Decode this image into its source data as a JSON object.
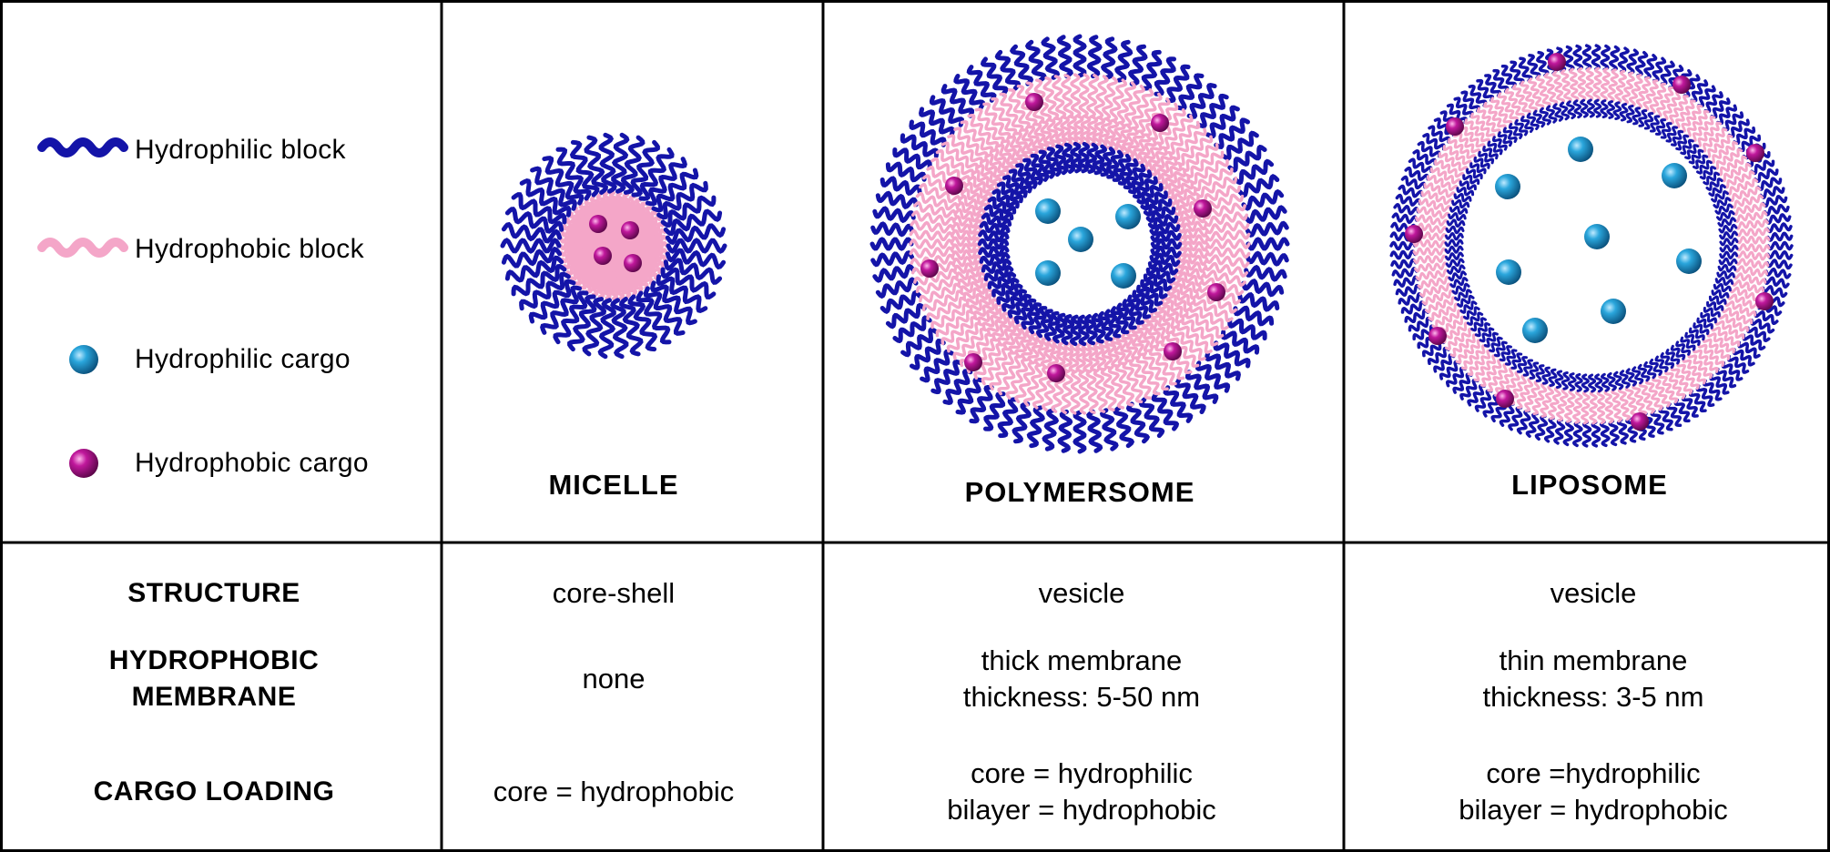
{
  "legend": {
    "items": [
      {
        "label": "Hydrophilic block",
        "icon": "hydrophilic-block-icon"
      },
      {
        "label": "Hydrophobic  block",
        "icon": "hydrophobic-block-icon"
      },
      {
        "label": "Hydrophilic  cargo",
        "icon": "hydrophilic-cargo-icon"
      },
      {
        "label": "Hydrophobic  cargo",
        "icon": "hydrophobic-cargo-icon"
      }
    ]
  },
  "structures": [
    {
      "title": "MICELLE"
    },
    {
      "title": "POLYMERSOME"
    },
    {
      "title": "LIPOSOME"
    }
  ],
  "table": {
    "row_headers": {
      "structure": "STRUCTURE",
      "membrane_line1": "HYDROPHOBIC",
      "membrane_line2": "MEMBRANE",
      "cargo": "CARGO LOADING"
    },
    "micelle": {
      "structure": "core-shell",
      "membrane": "none",
      "cargo": "core = hydrophobic"
    },
    "polymersome": {
      "structure": "vesicle",
      "membrane_line1": "thick membrane",
      "membrane_line2": "thickness:  5-50 nm",
      "cargo_line1": "core = hydrophilic",
      "cargo_line2": "bilayer = hydrophobic"
    },
    "liposome": {
      "structure": "vesicle",
      "membrane_line1": "thin membrane",
      "membrane_line2": "thickness:  3-5 nm",
      "cargo_line1": "core =hydrophilic",
      "cargo_line2": "bilayer = hydrophobic"
    }
  },
  "colors": {
    "hydrophilic_block": "#1414a8",
    "hydrophobic_block": "#f4a6c8",
    "hydrophilic_cargo": "#1a8fc4",
    "hydrophobic_cargo": "#b0148f",
    "grid": "#000000"
  }
}
